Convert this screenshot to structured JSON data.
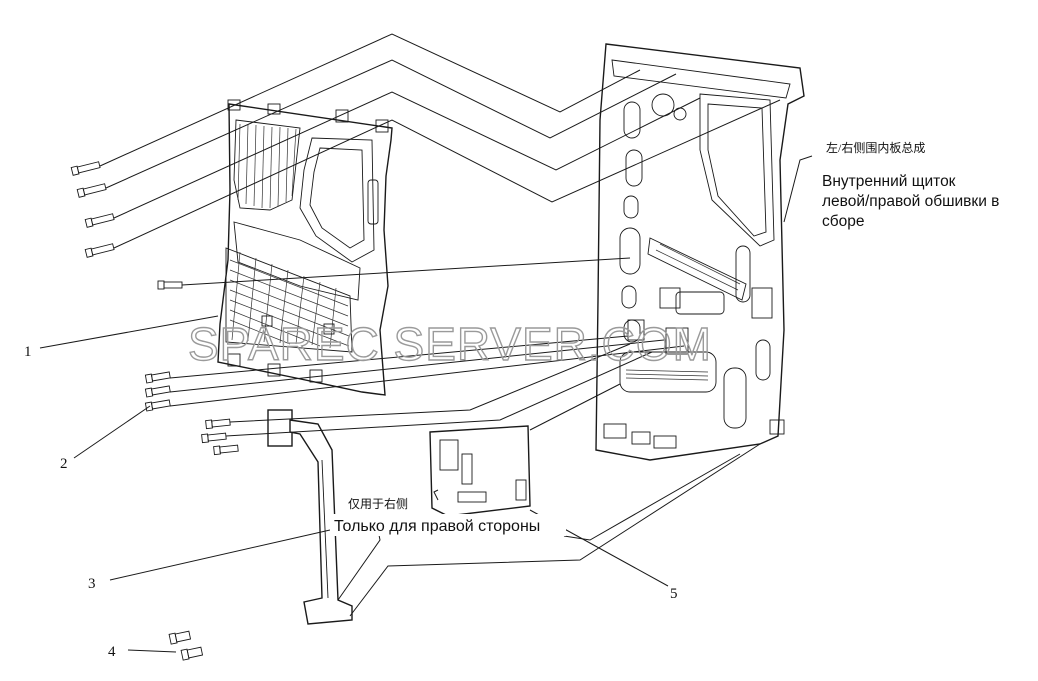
{
  "labels": {
    "callout_1": "1",
    "callout_2": "2",
    "callout_3": "3",
    "callout_4": "4",
    "callout_5": "5"
  },
  "assembly_label": {
    "chinese": "左/右侧围内板总成",
    "russian_line1": "Внутренний щиток",
    "russian_line2": "левой/правой обшивки в",
    "russian_line3": "сборе"
  },
  "right_side_note": {
    "chinese": "仅用于右侧",
    "russian": "Только для правой стороны"
  },
  "watermark": "SPAREC SERVER.COM",
  "colors": {
    "line": "#1a1a1a",
    "watermark": "#9a9a9a",
    "background": "#ffffff"
  }
}
